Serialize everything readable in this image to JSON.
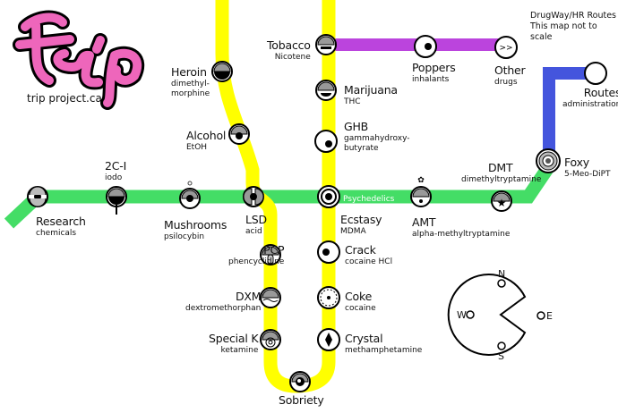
{
  "header": {
    "note_line1": "DrugWay/HR Routes",
    "note_line2": "This map not to scale",
    "logo_text": "trip",
    "logo_url": "trip project.ca"
  },
  "colors": {
    "green_line": "#44dd66",
    "yellow_line": "#ffff00",
    "purple_line": "#bb44dd",
    "blue_line": "#4455dd",
    "logo_pink": "#ee66bb"
  },
  "lines": {
    "green_label": "Psychedelics"
  },
  "stations": {
    "research": {
      "name": "Research",
      "sub": "chemicals",
      "icon": "split-sphere-icon"
    },
    "c2i": {
      "name": "2C-I",
      "sub": "iodo",
      "icon": "dripping-eye-icon"
    },
    "mushrooms": {
      "name": "Mushrooms",
      "sub": "psilocybin",
      "icon": "melting-eye-icon"
    },
    "lsd": {
      "name": "LSD",
      "sub": "acid",
      "icon": "split-eye-icon"
    },
    "ecstasy": {
      "name": "Ecstasy",
      "sub": "MDMA",
      "icon": "wide-eye-icon"
    },
    "amt": {
      "name": "AMT",
      "sub": "alpha-methyltryptamine",
      "icon": "happy-face-icon"
    },
    "dmt": {
      "name": "DMT",
      "sub": "dimethyltryptamine",
      "icon": "star-eye-icon"
    },
    "foxy": {
      "name": "Foxy",
      "sub": "5-Meo-DiPT",
      "icon": "swirl-eye-icon"
    },
    "routes": {
      "name": "Routes",
      "sub": "administration",
      "icon": "empty-circle-icon"
    },
    "tobacco": {
      "name": "Tobacco",
      "sub": "Nicotene",
      "icon": "cigarette-eye-icon"
    },
    "poppers": {
      "name": "Poppers",
      "sub": "inhalants",
      "icon": "dot-eye-icon"
    },
    "other": {
      "name": "Other",
      "sub": "drugs",
      "icon": "double-chevron-icon",
      "glyph": ">>"
    },
    "heroin": {
      "name": "Heroin",
      "sub": "dimethyl-morphine",
      "sub1": "dimethyl-",
      "sub2": "morphine",
      "icon": "closed-eye-icon"
    },
    "alcohol": {
      "name": "Alcohol",
      "sub": "EtOH",
      "icon": "droopy-eye-icon"
    },
    "marijuana": {
      "name": "Marijuana",
      "sub": "THC",
      "icon": "half-closed-eye-icon"
    },
    "ghb": {
      "name": "GHB",
      "sub": "gammahydroxy-butyrate",
      "sub1": "gammahydroxy-",
      "sub2": "butyrate",
      "icon": "sideways-eye-icon"
    },
    "pcp": {
      "name": "PCP",
      "sub": "phencyclidine",
      "icon": "tongue-mouth-icon"
    },
    "crack": {
      "name": "Crack",
      "sub": "cocaine HCl",
      "icon": "side-pupil-eye-icon"
    },
    "dxm": {
      "name": "DXM",
      "sub": "dextromethorphan",
      "icon": "wavy-eye-icon"
    },
    "coke": {
      "name": "Coke",
      "sub": "cocaine",
      "icon": "cracked-eye-icon"
    },
    "specialk": {
      "name": "Special K",
      "sub": "ketamine",
      "icon": "concentric-eye-icon"
    },
    "crystal": {
      "name": "Crystal",
      "sub": "methamphetamine",
      "icon": "diamond-eye-icon"
    },
    "sobriety": {
      "name": "Sobriety",
      "sub": "",
      "icon": "open-eye-icon"
    }
  },
  "compass": {
    "n": "N",
    "s": "S",
    "w": "W",
    "e": "E"
  }
}
